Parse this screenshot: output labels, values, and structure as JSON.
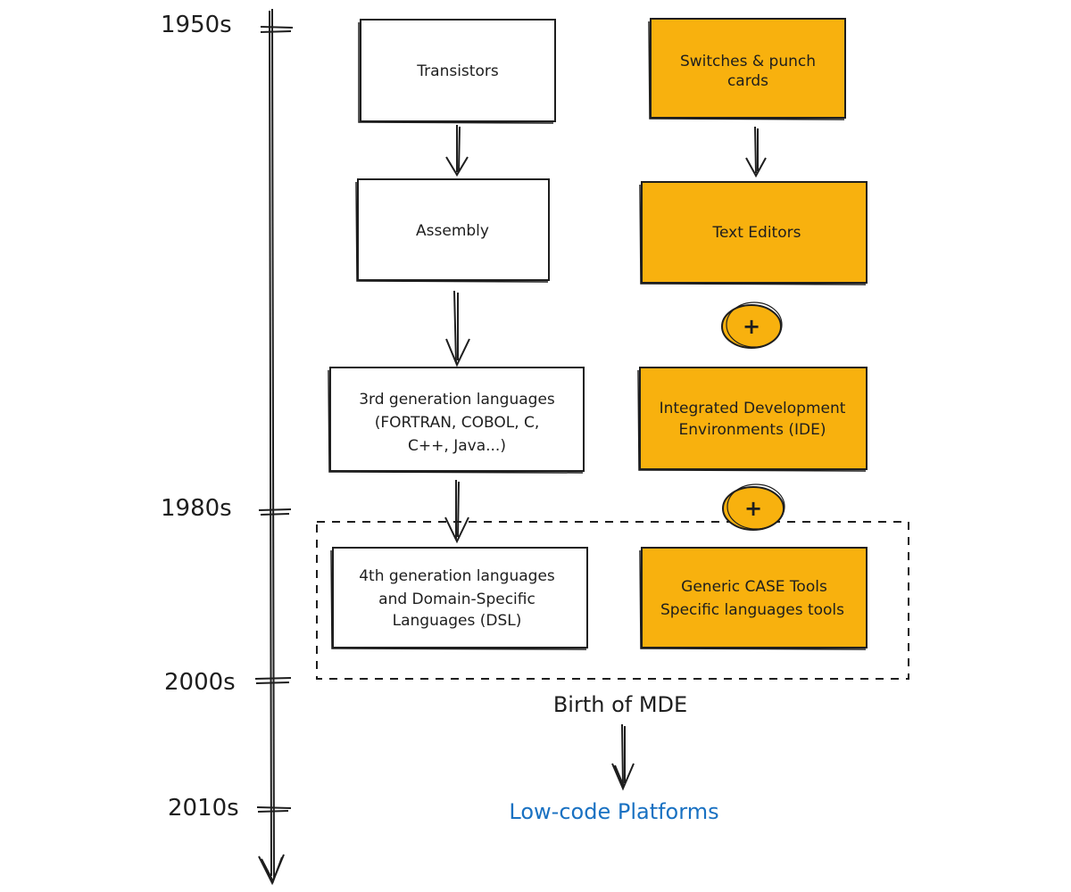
{
  "timeline": {
    "eras": [
      "1950s",
      "1980s",
      "2000s",
      "2010s"
    ]
  },
  "left_column": {
    "transistors": "Transistors",
    "assembly": "Assembly",
    "third_gen": [
      "3rd generation languages",
      "(FORTRAN, COBOL, C,",
      "C++, Java...)"
    ],
    "fourth_gen": [
      "4th generation languages",
      "and Domain-Specific",
      "Languages (DSL)"
    ]
  },
  "right_column": {
    "switches": [
      "Switches & punch",
      "cards"
    ],
    "text_editors": "Text Editors",
    "ide": [
      "Integrated Development",
      "Environments (IDE)"
    ],
    "case_tools": [
      "Generic CASE Tools",
      "Specific languages tools"
    ],
    "plus_symbol": "+"
  },
  "footer": {
    "birth_of_mde": "Birth of MDE",
    "low_code": "Low-code Platforms"
  },
  "colors": {
    "accent_fill": "#f8b10e",
    "stroke": "#1e1e1e",
    "link": "#1971c2"
  }
}
